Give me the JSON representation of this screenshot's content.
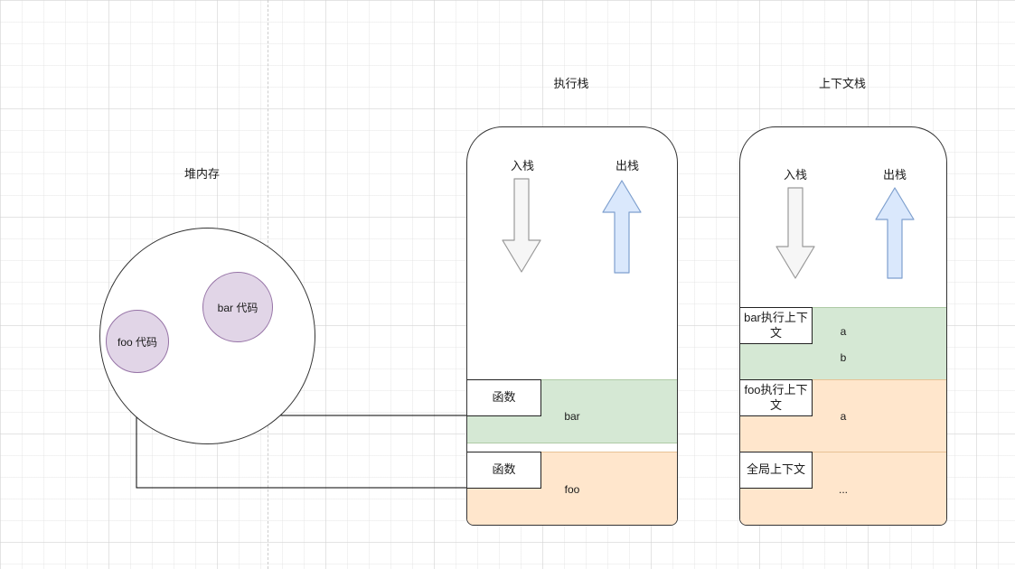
{
  "diagram": {
    "heap": {
      "label": "堆内存",
      "nodes": [
        {
          "id": "bar",
          "label": "bar 代码"
        },
        {
          "id": "foo",
          "label": "foo 代码"
        }
      ]
    },
    "exec_stack": {
      "title": "执行栈",
      "push_label": "入栈",
      "pop_label": "出栈",
      "rows": [
        {
          "box_label": "函数",
          "value": "bar",
          "tone": "green"
        },
        {
          "box_label": "函数",
          "value": "foo",
          "tone": "orange"
        }
      ]
    },
    "context_stack": {
      "title": "上下文栈",
      "push_label": "入栈",
      "pop_label": "出栈",
      "rows": [
        {
          "box_label": "bar执行上下文",
          "values": [
            "a",
            "b"
          ],
          "tone": "green"
        },
        {
          "box_label": "foo执行上下文",
          "values": [
            "a"
          ],
          "tone": "orange"
        },
        {
          "box_label": "全局上下文",
          "values": [
            "..."
          ],
          "tone": "orange"
        }
      ]
    },
    "colors": {
      "node_fill": "#e1d5e7",
      "node_stroke": "#9673a6",
      "green_fill": "#d5e8d4",
      "green_stroke": "#aecaa5",
      "orange_fill": "#ffe6cc",
      "orange_stroke": "#e7c295",
      "up_arrow_fill": "#dae8fc",
      "up_arrow_stroke": "#7e9fce",
      "down_arrow_fill": "#f6f6f6",
      "down_arrow_stroke": "#999999",
      "connector_stroke": "#000000"
    }
  }
}
